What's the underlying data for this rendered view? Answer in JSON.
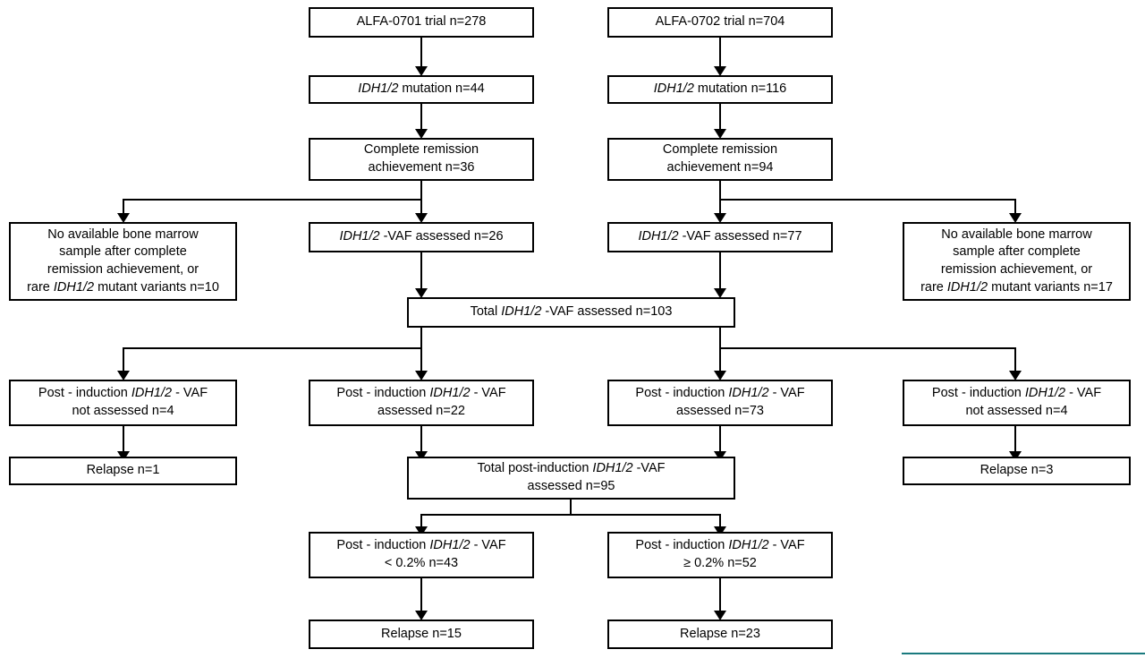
{
  "figure": {
    "type": "flowchart",
    "kind": "CONSORT-style patient flow diagram",
    "accent_color": "#1a7a7e",
    "box_border_color": "#000000",
    "background_color": "#ffffff"
  },
  "nodes": {
    "trial_0701": {
      "lines": [
        "ALFA-0701 trial n=278"
      ],
      "n": 278
    },
    "trial_0702": {
      "lines": [
        "ALFA-0702 trial n=704"
      ],
      "n": 704
    },
    "mut_0701_pre": "IDH1/2",
    "mut_0701_post": " mutation n=44",
    "mut_0702_pre": "IDH1/2",
    "mut_0702_post": " mutation n=116",
    "cr_0701_l1": "Complete  remission",
    "cr_0701_l2": "achievement  n=36",
    "cr_0702_l1": "Complete  remission",
    "cr_0702_l2": "achievement  n=94",
    "vaf_0701_pre": "IDH1/2",
    "vaf_0701_post": " -VAF assessed n=26",
    "vaf_0702_pre": "IDH1/2",
    "vaf_0702_post": " -VAF assessed  n=77",
    "nobm_left_l1": "No available bone marrow",
    "nobm_left_l2": "sample after complete",
    "nobm_left_l3": "remission achievement, or",
    "nobm_left_l4a": "rare ",
    "nobm_left_l4b": "IDH1/2",
    "nobm_left_l4c": " mutant variants n=10",
    "nobm_right_l1": "No available bone marrow",
    "nobm_right_l2": "sample after complete",
    "nobm_right_l3": "remission achievement, or",
    "nobm_right_l4a": "rare ",
    "nobm_right_l4b": "IDH1/2",
    "nobm_right_l4c": " mutant variants n=17",
    "total_vaf_pre": "Total ",
    "total_vaf_mid": "IDH1/2",
    "total_vaf_post": " -VAF assessed  n=103",
    "pi_na_left_l1a": "Post - induction  ",
    "pi_na_left_l1b": "IDH1/2",
    "pi_na_left_l1c": " - VAF",
    "pi_na_left_l2": "not assessed  n=4",
    "pi_a_c2_l1a": "Post - induction  ",
    "pi_a_c2_l1b": "IDH1/2",
    "pi_a_c2_l1c": " - VAF",
    "pi_a_c2_l2": "assessed  n=22",
    "pi_a_c3_l1a": "Post - induction  ",
    "pi_a_c3_l1b": "IDH1/2",
    "pi_a_c3_l1c": " - VAF",
    "pi_a_c3_l2": "assessed  n=73",
    "pi_na_right_l1a": "Post - induction  ",
    "pi_na_right_l1b": "IDH1/2",
    "pi_na_right_l1c": " - VAF",
    "pi_na_right_l2": "not assessed  n=4",
    "relapse_left": "Relapse n=1",
    "relapse_right": "Relapse n=3",
    "total_pi_l1a": "Total post-induction ",
    "total_pi_l1b": "IDH1/2",
    "total_pi_l1c": " -VAF",
    "total_pi_l2": "assessed  n=95",
    "vaf_low_l1a": "Post - induction  ",
    "vaf_low_l1b": "IDH1/2",
    "vaf_low_l1c": " - VAF",
    "vaf_low_l2": "< 0.2% n=43",
    "vaf_high_l1a": "Post - induction  ",
    "vaf_high_l1b": "IDH1/2",
    "vaf_high_l1c": " - VAF",
    "vaf_high_l2": "≥  0.2%  n=52",
    "relapse_low": "Relapse n=15",
    "relapse_high": "Relapse n=23"
  },
  "counts": {
    "alfa_0701_enrolled": 278,
    "alfa_0702_enrolled": 704,
    "alfa_0701_idh_mutation": 44,
    "alfa_0702_idh_mutation": 116,
    "alfa_0701_complete_remission": 36,
    "alfa_0702_complete_remission": 94,
    "alfa_0701_vaf_assessed": 26,
    "alfa_0702_vaf_assessed": 77,
    "alfa_0701_no_sample": 10,
    "alfa_0702_no_sample": 17,
    "total_vaf_assessed": 103,
    "alfa_0701_postinduction_not_assessed": 4,
    "alfa_0701_postinduction_assessed": 22,
    "alfa_0702_postinduction_assessed": 73,
    "alfa_0702_postinduction_not_assessed": 4,
    "relapse_left_not_assessed": 1,
    "relapse_right_not_assessed": 3,
    "total_postinduction_assessed": 95,
    "vaf_below_threshold": 43,
    "vaf_at_or_above_threshold": 52,
    "relapse_below_threshold": 15,
    "relapse_at_or_above_threshold": 23,
    "vaf_threshold_percent": "0.2%"
  }
}
